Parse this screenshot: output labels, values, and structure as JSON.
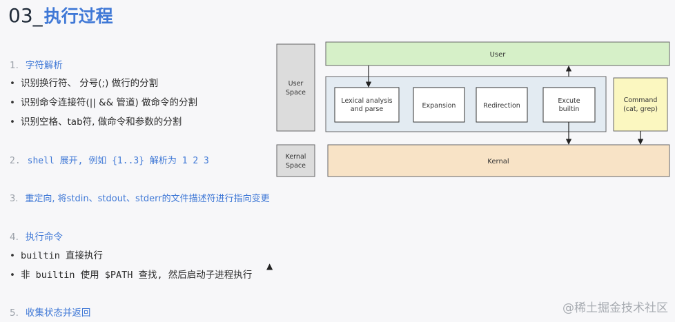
{
  "title": {
    "number": "03_",
    "text": "执行过程"
  },
  "steps": [
    {
      "index": "1.",
      "label": "字符解析",
      "bullets": [
        "识别换行符、 分号(;) 做行的分割",
        "识别命令连接符(|| && 管道) 做命令的分割",
        "识别空格、tab符, 做命令和参数的分割"
      ]
    },
    {
      "index": "2.",
      "label": "shell 展开,  例如 {1..3} 解析为  1 2 3"
    },
    {
      "index": "3.",
      "label": "重定向,  将stdin、stdout、stderr的文件描述符进行指向变更"
    },
    {
      "index": "4.",
      "label": "执行命令",
      "bullets": [
        "builtin 直接执行",
        "非 builtin 使用 $PATH 查找, 然后启动子进程执行"
      ]
    },
    {
      "index": "5.",
      "label": "收集状态并返回"
    }
  ],
  "diagram": {
    "user_space": [
      "User",
      "Space"
    ],
    "kernel_space": [
      "Kernal",
      "Space"
    ],
    "user": "User",
    "lexical": [
      "Lexical analysis",
      "and parse"
    ],
    "expansion": "Expansion",
    "redirection": "Redirection",
    "excute": [
      "Excute",
      "builtin"
    ],
    "command": [
      "Command",
      "(cat, grep)"
    ],
    "kernel": "Kernal",
    "colors": {
      "user": "#d6f0c8",
      "kernel": "#f8e3c6",
      "command": "#fbf7c0",
      "shell": "#e3ebf2",
      "space": "#dcdcdc"
    }
  },
  "watermark": "@稀土掘金技术社区"
}
